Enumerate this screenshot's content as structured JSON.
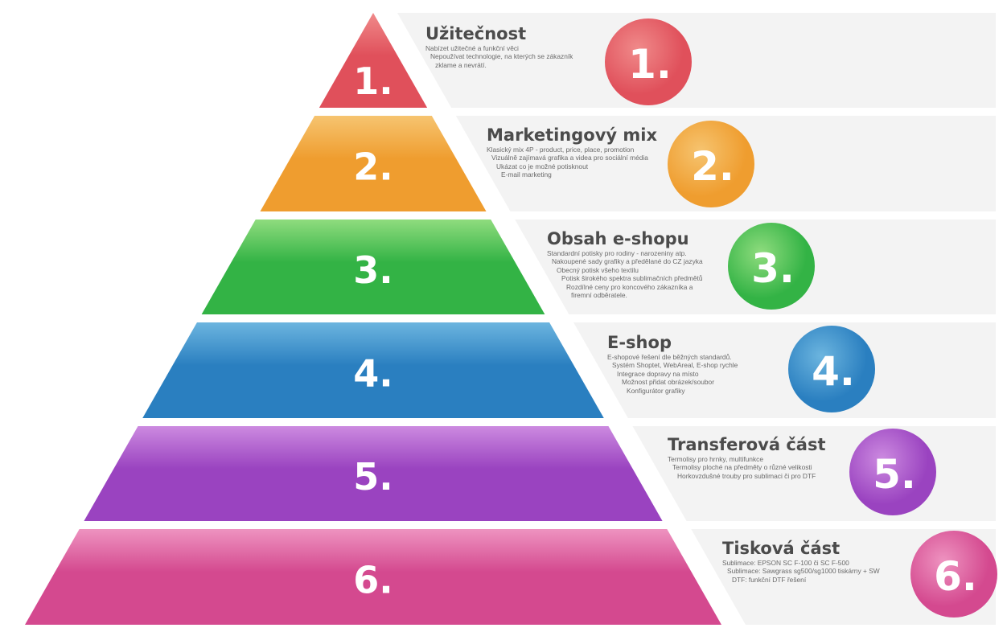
{
  "pyramid": {
    "levels": [
      {
        "number": "1.",
        "title": "Užitečnost",
        "color": "#e0505b",
        "color_light": "#f08a8a",
        "items": [
          "Nabízet užitečné a funkční věci",
          "Nepoužívat technologie, na kterých se zákazník",
          "zklame a nevrátí."
        ]
      },
      {
        "number": "2.",
        "title": "Marketingový mix",
        "color": "#ef9d2f",
        "color_light": "#f6c470",
        "items": [
          "Klasický mix 4P - product, price, place, promotion",
          "Vizuálně zajímavá grafika a videa pro sociální média",
          "Ukázat co je možné potisknout",
          "E-mail marketing"
        ]
      },
      {
        "number": "3.",
        "title": "Obsah e-shopu",
        "color": "#33b345",
        "color_light": "#8fdc7e",
        "items": [
          "Standardní potisky pro rodiny - narozeniny atp.",
          "Nakoupené sady grafiky a předělané do CZ jazyka",
          "Obecný potisk všeho textilu",
          "Potisk širokého spektra sublimačních předmětů",
          "Rozdílné ceny pro koncového zákazníka a",
          "firemní odběratele."
        ]
      },
      {
        "number": "4.",
        "title": "E-shop",
        "color": "#2a7fc0",
        "color_light": "#6cb5df",
        "items": [
          "E-shopové řešení dle běžných standardů.",
          "Systém Shoptet, WebAreal, E-shop rychle",
          "Integrace dopravy na místo",
          "Možnost přidat obrázek/soubor",
          "Konfigurátor grafiky"
        ]
      },
      {
        "number": "5.",
        "title": "Transferová část",
        "color": "#9a43c0",
        "color_light": "#cc8ae0",
        "items": [
          "Termolisy pro hrnky, multifunkce",
          "Termolisy ploché na předměty o různé velikosti",
          "Horkovzdušné trouby pro sublimaci či pro DTF"
        ]
      },
      {
        "number": "6.",
        "title": "Tisková část",
        "color": "#d4498f",
        "color_light": "#ee93c0",
        "items": [
          "Sublimace: EPSON SC F-100 či SC F-500",
          "Sublimace: Sawgrass sg500/sg1000 tiskárny + SW",
          "DTF: funkční DTF řešení"
        ]
      }
    ]
  }
}
